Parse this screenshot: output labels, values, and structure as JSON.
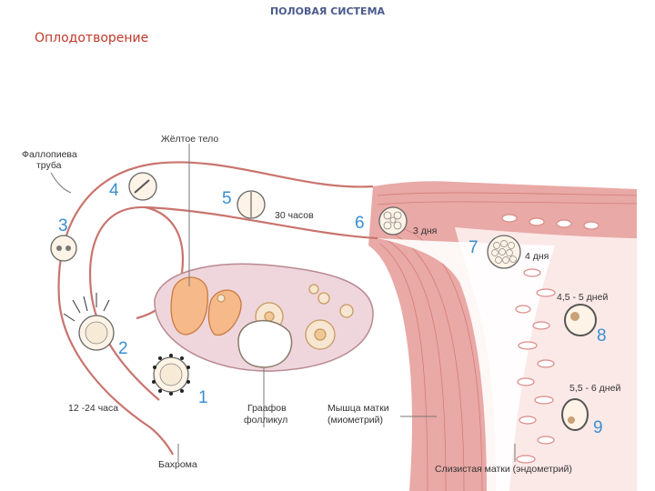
{
  "header": {
    "title": "ПОЛОВАЯ СИСТЕМА",
    "subtitle": "Оплодотворение"
  },
  "labels": {
    "corpus_luteum": "Жёлтое тело",
    "fallopian_tube_line1": "Фаллопиева",
    "fallopian_tube_line2": "труба",
    "time_30h": "30 часов",
    "time_3d": "3 дня",
    "time_4d": "4 дня",
    "time_45d": "4,5 - 5 дней",
    "time_556d": "5,5 - 6 дней",
    "time_1224h": "12 -24 часа",
    "graafian_line1": "Граафов",
    "graafian_line2": "фолликул",
    "myometrium_line1": "Мышца матки",
    "myometrium_line2": "(миометрий)",
    "fimbria": "Бахрома",
    "endometrium": "Слизистая матки (эндометрий)"
  },
  "stages": [
    "1",
    "2",
    "3",
    "4",
    "5",
    "6",
    "7",
    "8",
    "9"
  ],
  "colors": {
    "title": "#4a5a8c",
    "subtitle": "#c0392b",
    "stage_numbers": "#3a8fd0",
    "tube_outline": "#c9746e",
    "muscle": "#e59a96",
    "ovary": "#efd6dc"
  }
}
